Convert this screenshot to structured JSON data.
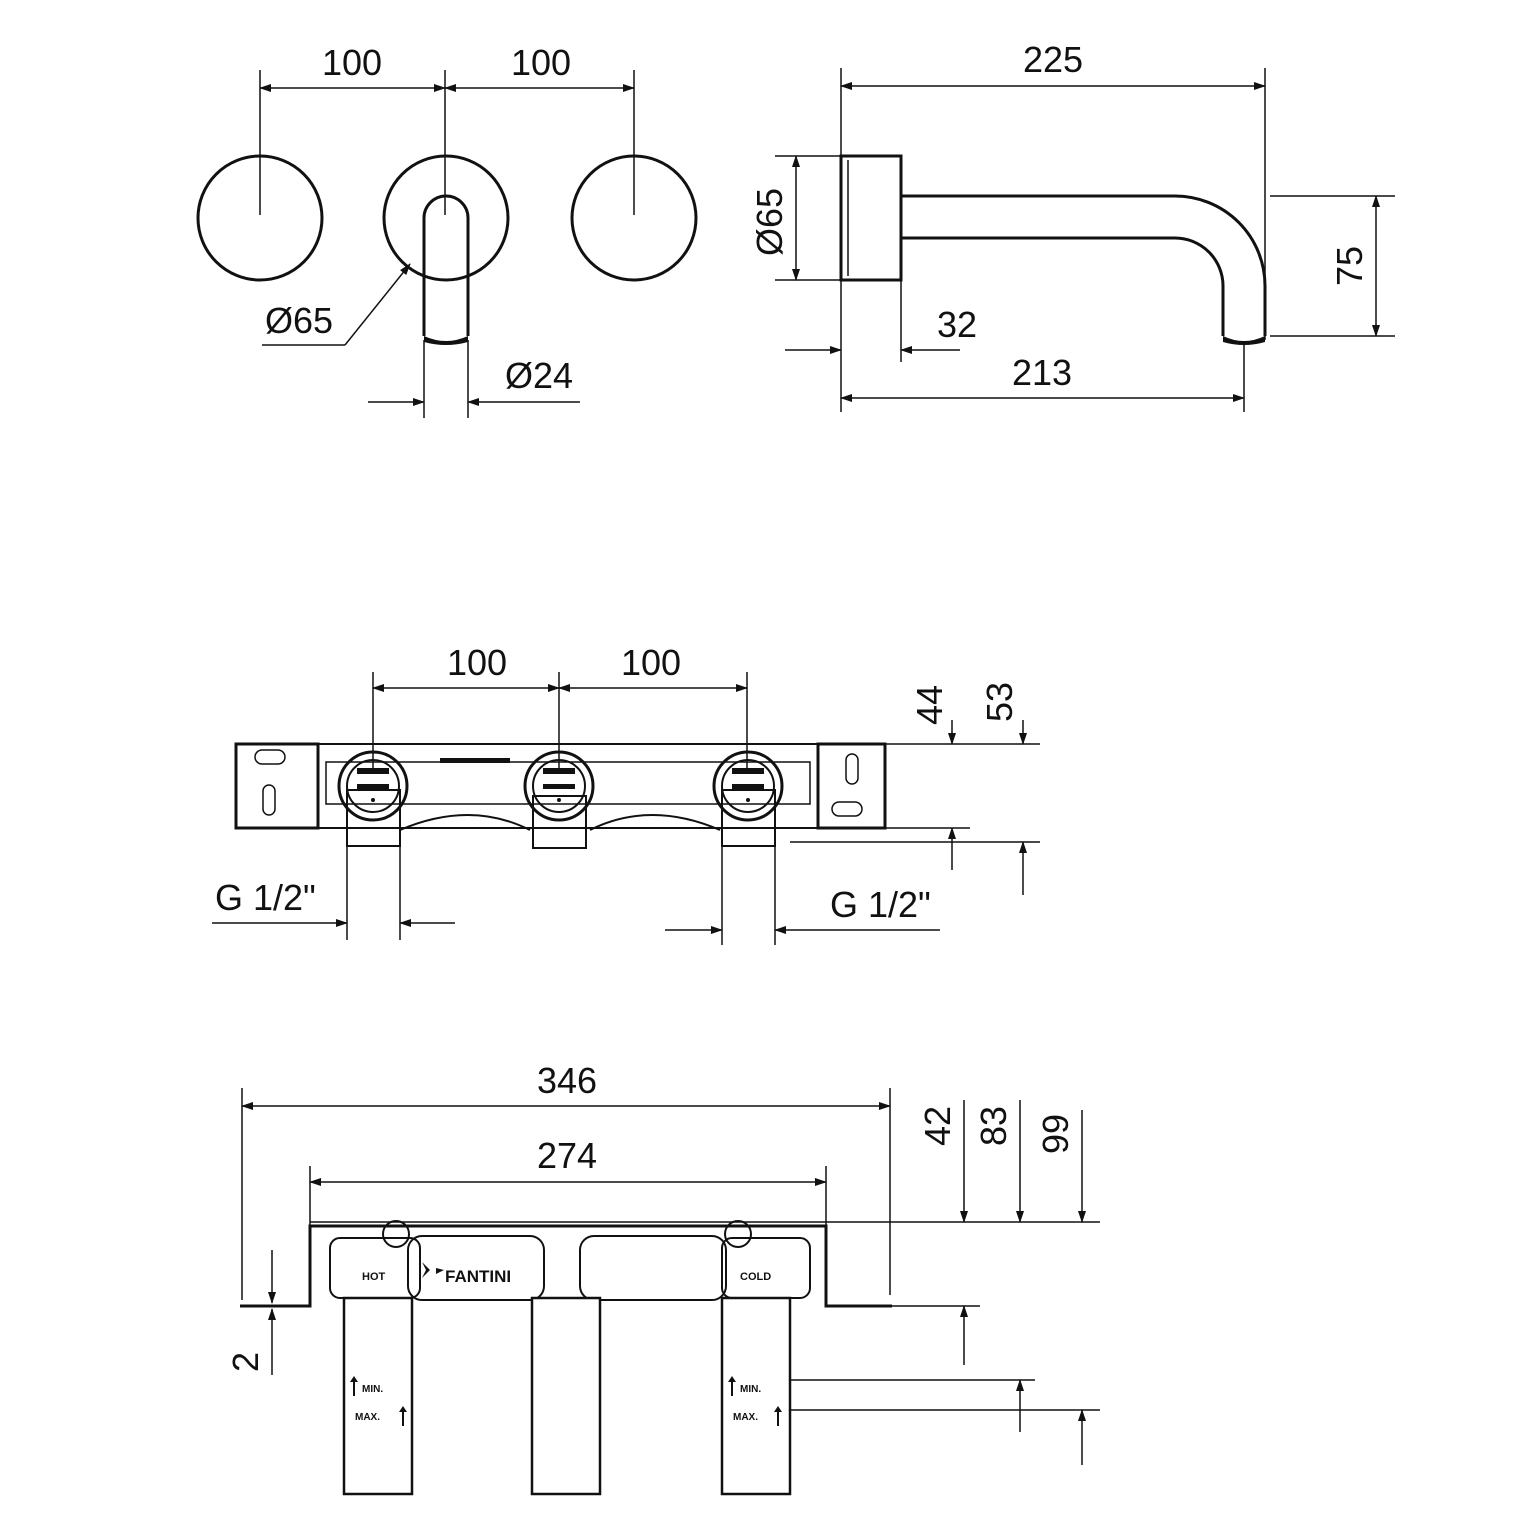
{
  "front_view": {
    "spacing_left": "100",
    "spacing_right": "100",
    "rosette_diameter": "Ø65",
    "spout_diameter": "Ø24"
  },
  "side_view": {
    "total_projection": "225",
    "rosette_diameter": "Ø65",
    "spout_height": "75",
    "wall_offset": "32",
    "spout_projection": "213"
  },
  "body_front_view": {
    "spacing_left": "100",
    "spacing_right": "100",
    "depth_min": "44",
    "depth_max": "53",
    "connection_left": "G 1/2\"",
    "connection_right": "G 1/2\""
  },
  "body_top_view": {
    "overall_width": "346",
    "inner_width": "274",
    "dim_42": "42",
    "dim_83": "83",
    "dim_99": "99",
    "plate_thickness": "2",
    "labels": {
      "hot": "HOT",
      "cold": "COLD",
      "brand": "FANTINI",
      "min": "MIN.",
      "max": "MAX."
    }
  }
}
